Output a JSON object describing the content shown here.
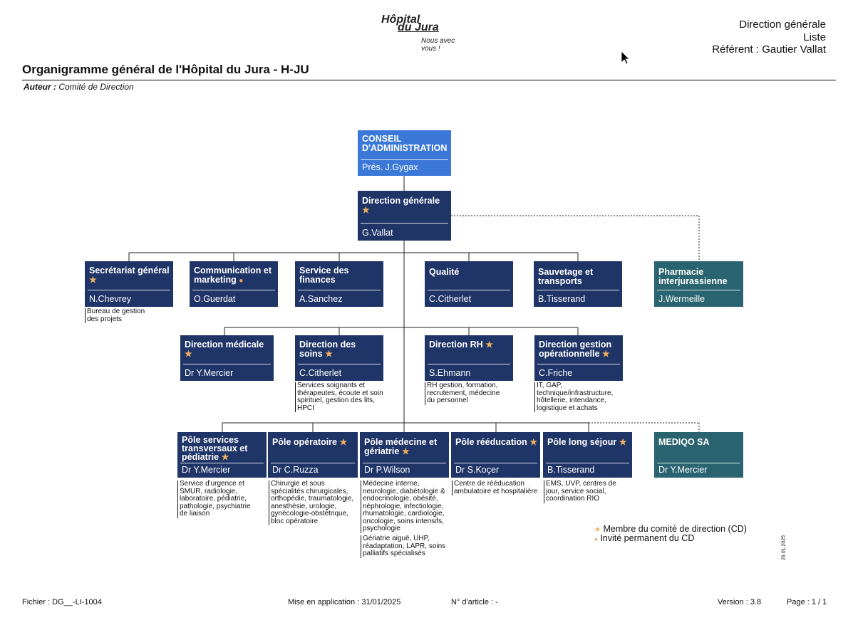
{
  "header": {
    "logo_line1": "Hôpital",
    "logo_line2": "du Jura",
    "logo_tagline": "Nous avec vous !",
    "right_line1": "Direction générale",
    "right_line2": "Liste",
    "right_line3": "Référent : Gautier Vallat",
    "title": "Organigramme général de l'Hôpital du Jura - H-JU",
    "author_label": "Auteur :",
    "author_value": "Comité de Direction"
  },
  "nodes": {
    "conseil": {
      "title": "CONSEIL D'ADMINISTRATION",
      "name": "Prés. J.Gygax"
    },
    "dg": {
      "title": "Direction générale",
      "name": "G.Vallat"
    },
    "secretariat": {
      "title": "Secrétariat général",
      "name": "N.Chevrey",
      "note": "Bureau de gestion des projets"
    },
    "communication": {
      "title": "Communication et marketing",
      "name": "O.Guerdat"
    },
    "finances": {
      "title": "Service des finances",
      "name": "A.Sanchez"
    },
    "qualite": {
      "title": "Qualité",
      "name": "C.Citherlet"
    },
    "sauvetage": {
      "title": "Sauvetage et transports",
      "name": "B.Tisserand"
    },
    "pharmacie": {
      "title": "Pharmacie interjurassienne",
      "name": "J.Wermeille"
    },
    "dir_medicale": {
      "title": "Direction médicale",
      "name": "Dr Y.Mercier"
    },
    "dir_soins": {
      "title": "Direction des soins",
      "name": "C.Citherlet",
      "note": "Services soignants et thérapeutes, écoute et soin spirituel, gestion des lits, HPCI"
    },
    "dir_rh": {
      "title": "Direction RH",
      "name": "S.Ehmann",
      "note": "RH gestion, formation, recrutement, médecine du personnel"
    },
    "dir_gestion": {
      "title": "Direction gestion opérationnelle",
      "name": "C.Friche",
      "note": "IT, GAP, technique/infrastructure, hôtellerie, intendance, logistique et achats"
    },
    "pole_transversaux": {
      "title": "Pôle services transversaux et pédiatrie",
      "name": "Dr Y.Mercier",
      "note": "Service d'urgence et SMUR, radiologie, laboratoire, pédiatrie, pathologie, psychiatrie de liaison"
    },
    "pole_operatoire": {
      "title": "Pôle opératoire",
      "name": "Dr C.Ruzza",
      "note": "Chirurgie et sous spécialités chirurgicales, orthopédie, traumatologie, anesthésie, urologie, gynécologie-obstétrique, bloc opératoire"
    },
    "pole_medecine": {
      "title": "Pôle médecine et gériatrie",
      "name": "Dr P.Wilson",
      "note": "Médecine interne, neurologie, diabétologie & endocrinologie, obésité, néphrologie, infectiologie, rhumatologie, cardiologie, oncologie, soins intensifs, psychologie",
      "note2": "Gériatrie aiguë, UHP, réadaptation, LAPR, soins palliatifs spécialisés"
    },
    "pole_reeducation": {
      "title": "Pôle rééducation",
      "name": "Dr S.Koçer",
      "note": "Centre de rééducation ambulatoire et hospitalière"
    },
    "pole_long": {
      "title": "Pôle long séjour",
      "name": "B.Tisserand",
      "note": "EMS, UVP, centres de jour, service social, coordination RIO"
    },
    "mediqo": {
      "title": "MEDIQO SA",
      "name": "Dr Y.Mercier"
    }
  },
  "legend": {
    "star": "★",
    "dot": "●",
    "member": "Membre du comité de direction (CD)",
    "guest": "Invité permanent du CD"
  },
  "side_date": "29.01.2025",
  "footer": {
    "file": "Fichier : DG__-LI-1004",
    "applied": "Mise en application : 31/01/2025",
    "article": "N° d'article : -",
    "version": "Version : 3.8",
    "page": "Page : 1 / 1"
  },
  "colors": {
    "navy": "#1f3568",
    "teal": "#2a6470",
    "blue": "#3b78d8",
    "star": "#f0b060"
  }
}
